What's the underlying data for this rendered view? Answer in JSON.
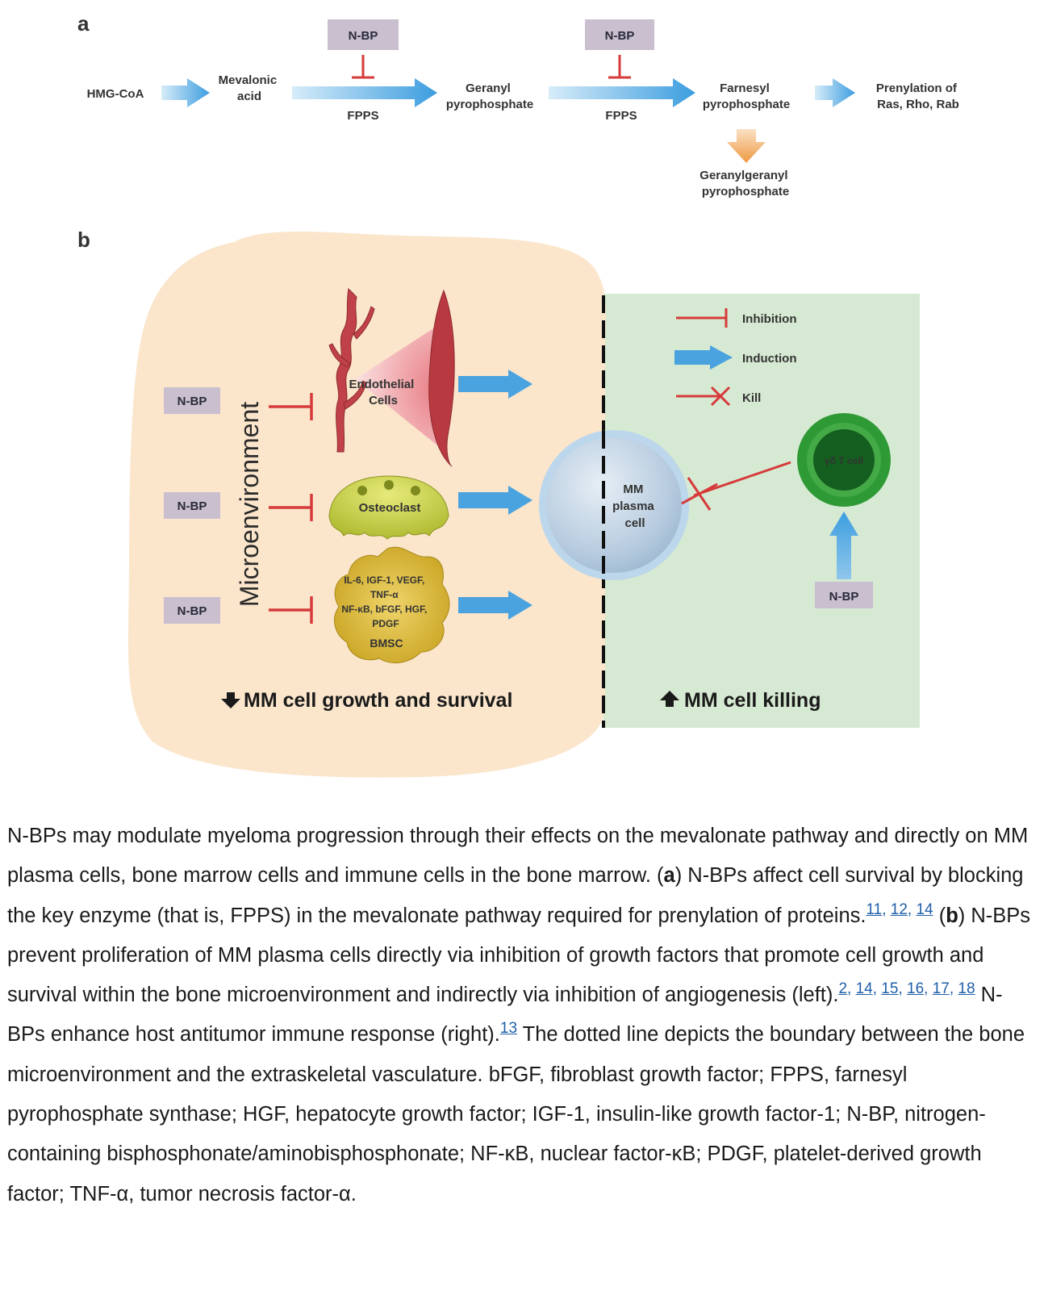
{
  "panel_a": {
    "label": "a",
    "nodes": {
      "hmg_coa": "HMG-CoA",
      "mevalonic_acid": [
        "Mevalonic",
        "acid"
      ],
      "geranyl_pp": [
        "Geranyl",
        "pyrophosphate"
      ],
      "farnesyl_pp": [
        "Farnesyl",
        "pyrophosphate"
      ],
      "prenylation": [
        "Prenylation of",
        "Ras, Rho, Rab"
      ],
      "geranylgeranyl_pp": [
        "Geranylgeranyl",
        "pyrophosphate"
      ]
    },
    "inhibitors": [
      "N-BP",
      "N-BP"
    ],
    "enzymes": [
      "FPPS",
      "FPPS"
    ]
  },
  "panel_b": {
    "label": "b",
    "microenvironment_label": "Microenvironment",
    "nbp_left": [
      "N-BP",
      "N-BP",
      "N-BP"
    ],
    "endothelial": [
      "Endothelial",
      "Cells"
    ],
    "osteoclast": "Osteoclast",
    "bmsc_factors": [
      "IL-6, IGF-1, VEGF,",
      "TNF-α",
      "NF-κB, bFGF, HGF,",
      "PDGF"
    ],
    "bmsc": "BMSC",
    "mm_cell": [
      "MM",
      "plasma",
      "cell"
    ],
    "gd_t_cell": "γδ T cell",
    "nbp_right": "N-BP",
    "legend": {
      "inhibition": "Inhibition",
      "induction": "Induction",
      "kill": "Kill"
    },
    "bottom_left": "MM cell growth and survival",
    "bottom_right": "MM cell killing",
    "colors": {
      "induction_arrow": "#4aa3df",
      "inhibition": "#d63a3a",
      "nbp_box": "#c9bfcf",
      "microenvironment_bg": "#fbe6cc",
      "right_bg": "#d6e9d2",
      "mm_cell": "#a9c6de",
      "t_cell": "#2e9a3a",
      "orange_arrow": "#f0a04a"
    }
  },
  "caption": {
    "p1": "N-BPs may modulate myeloma progression through their effects on the mevalonate pathway and directly on MM plasma cells, bone marrow cells and immune cells in the bone marrow. (",
    "a": "a",
    "p2": ") N-BPs affect cell survival by blocking the key enzyme (that is, FPPS) in the mevalonate pathway required for prenylation of proteins.",
    "refs1": [
      "11",
      "12",
      "14"
    ],
    "b": "b",
    "p3": ") N-BPs prevent proliferation of MM plasma cells directly via inhibition of growth factors that promote cell growth and survival within the bone microenvironment and indirectly via inhibition of angiogenesis (left).",
    "refs2": [
      "2",
      "14",
      "15",
      "16",
      "17",
      "18"
    ],
    "p4": " N-BPs enhance host antitumor immune response (right).",
    "refs3": [
      "13"
    ],
    "p5": " The dotted line depicts the boundary between the bone microenvironment and the extraskeletal vasculature. bFGF, fibroblast growth factor; FPPS, farnesyl pyrophosphate synthase; HGF, hepatocyte growth factor; IGF-1, insulin-like growth factor-1; N-BP, nitrogen-containing bisphosphonate/aminobisphosphonate; NF-κB, nuclear factor-κB; PDGF, platelet-derived growth factor; TNF-α, tumor necrosis factor-α."
  }
}
